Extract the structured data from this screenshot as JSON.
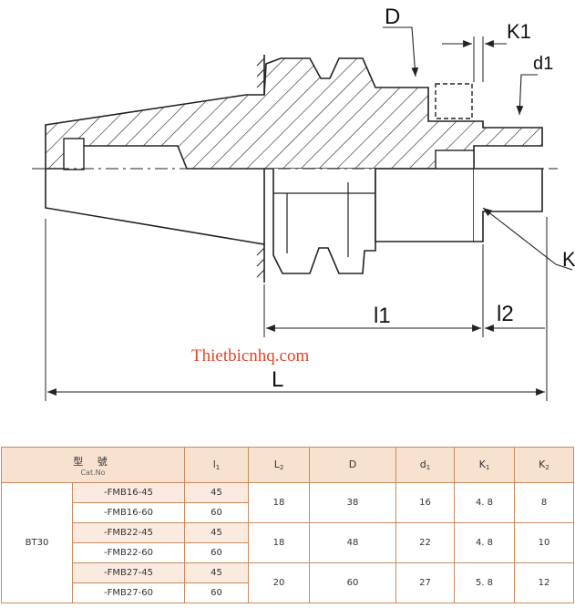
{
  "drawing": {
    "labels": {
      "D": "D",
      "K1": "K1",
      "d1": "d1",
      "K": "K",
      "l1": "l1",
      "l2": "l2",
      "L": "L"
    }
  },
  "watermark": "Thietbicnhq.com",
  "table": {
    "header": {
      "cat_cn": "型 號",
      "cat_en": "Cat.No",
      "columns": [
        {
          "main": "l",
          "sub": "1"
        },
        {
          "main": "L",
          "sub": "2"
        },
        {
          "main": "D",
          "sub": ""
        },
        {
          "main": "d",
          "sub": "1"
        },
        {
          "main": "K",
          "sub": "1"
        },
        {
          "main": "K",
          "sub": "2"
        }
      ]
    },
    "series": "BT30",
    "rows": [
      {
        "cat": "-FMB16-45",
        "l1": "45"
      },
      {
        "cat": "-FMB16-60",
        "l1": "60"
      },
      {
        "cat": "-FMB22-45",
        "l1": "45"
      },
      {
        "cat": "-FMB22-60",
        "l1": "60"
      },
      {
        "cat": "-FMB27-45",
        "l1": "45"
      },
      {
        "cat": "-FMB27-60",
        "l1": "60"
      }
    ],
    "groups": [
      {
        "L2": "18",
        "D": "38",
        "d1": "16",
        "K1": "4. 8",
        "K2": "8"
      },
      {
        "L2": "18",
        "D": "48",
        "d1": "22",
        "K1": "4. 8",
        "K2": "10"
      },
      {
        "L2": "20",
        "D": "60",
        "d1": "27",
        "K1": "5. 8",
        "K2": "12"
      }
    ]
  }
}
